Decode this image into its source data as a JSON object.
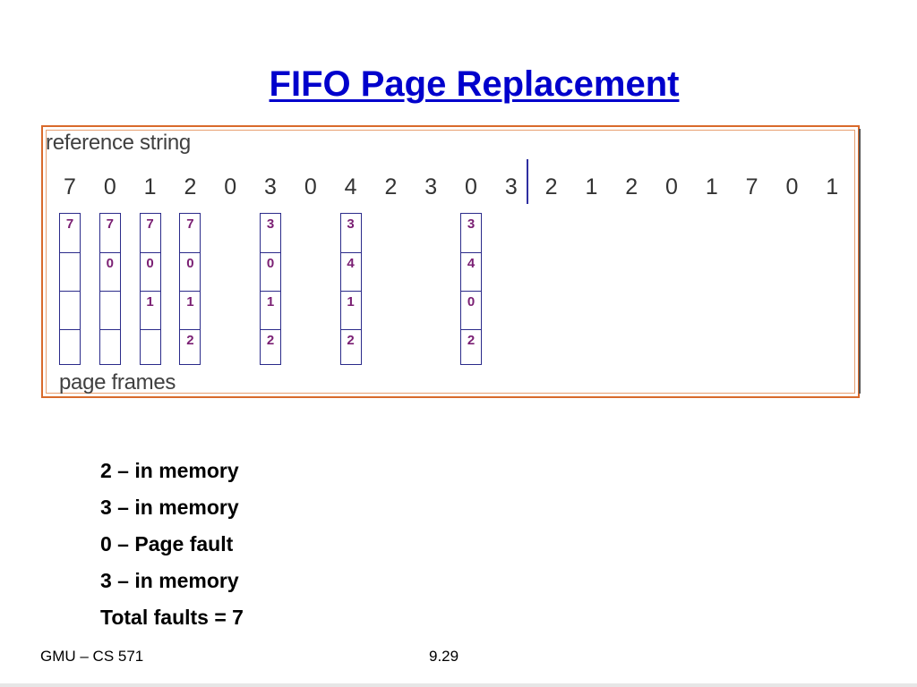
{
  "title": "FIFO Page Replacement",
  "figure": {
    "reference_caption": "reference string",
    "frames_caption": "page frames",
    "reference_string": [
      "7",
      "0",
      "1",
      "2",
      "0",
      "3",
      "0",
      "4",
      "2",
      "3",
      "0",
      "3",
      "2",
      "1",
      "2",
      "0",
      "1",
      "7",
      "0",
      "1"
    ],
    "frame_columns": [
      {
        "ref_index": 0,
        "frames": [
          "7",
          "",
          "",
          ""
        ]
      },
      {
        "ref_index": 1,
        "frames": [
          "7",
          "0",
          "",
          ""
        ]
      },
      {
        "ref_index": 2,
        "frames": [
          "7",
          "0",
          "1",
          ""
        ]
      },
      {
        "ref_index": 3,
        "frames": [
          "7",
          "0",
          "1",
          "2"
        ]
      },
      {
        "ref_index": 5,
        "frames": [
          "3",
          "0",
          "1",
          "2"
        ]
      },
      {
        "ref_index": 7,
        "frames": [
          "3",
          "4",
          "1",
          "2"
        ]
      },
      {
        "ref_index": 10,
        "frames": [
          "3",
          "4",
          "0",
          "2"
        ]
      }
    ]
  },
  "notes": [
    "2 – in memory",
    "3 – in memory",
    "0 – Page fault",
    "3 – in memory",
    "Total faults = 7"
  ],
  "footer": {
    "left": "GMU – CS 571",
    "center": "9.29"
  },
  "colors": {
    "title": "#0000cc",
    "frame_border": "#d96a2b",
    "frame_values": "#7a1f73",
    "divider": "#2e2ea0"
  }
}
